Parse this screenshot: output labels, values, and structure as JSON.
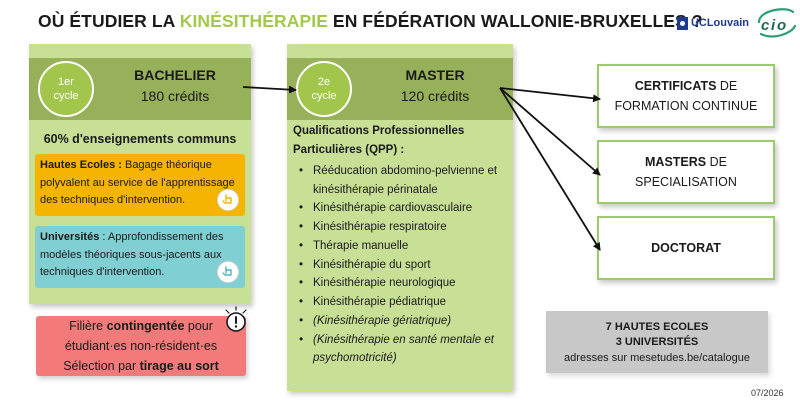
{
  "header": {
    "title_prefix": "OÙ ÉTUDIER LA ",
    "title_highlight": "KINÉSITHÉRAPIE",
    "title_suffix": " EN FÉDÉRATION WALLONIE-BRUXELLES ?",
    "logo_uclouvain": "UCLouvain",
    "logo_cio": "CIO"
  },
  "bachelier": {
    "cycle_num": "1er",
    "cycle_word": "cycle",
    "name": "BACHELIER",
    "credits": "180 crédits",
    "common": "60% d'enseignements communs",
    "hautes_ecoles": {
      "label": "Hautes Ecoles :",
      "text": " Bagage théorique polyvalent au service de l'apprentissage des techniques d'intervention."
    },
    "universites": {
      "label": "Universités",
      "text": " : Approfondissement des modèles théoriques sous-jacents aux techniques d'intervention."
    }
  },
  "master": {
    "cycle_num": "2e",
    "cycle_word": "cycle",
    "name": "MASTER",
    "credits": "120 crédits",
    "qpp_title": "Qualifications Professionnelles Particulières (QPP) :",
    "qpp": [
      "Rééducation abdomino-pelvienne et kinésithérapie périnatale",
      "Kinésithérapie cardiovasculaire",
      "Kinésithérapie respiratoire",
      "Thérapie manuelle",
      "Kinésithérapie du sport",
      "Kinésithérapie neurologique",
      "Kinésithérapie pédiatrique"
    ],
    "qpp_italic": [
      "(Kinésithérapie gériatrique)",
      "(Kinésithérapie en santé mentale et psychomotricité)"
    ]
  },
  "outcomes": {
    "certificats_bold": "CERTIFICATS",
    "certificats_rest": " DE",
    "certificats_line2": "FORMATION CONTINUE",
    "masters_bold": "MASTERS",
    "masters_rest": " DE",
    "masters_line2": "SPECIALISATION",
    "doctorat": "DOCTORAT"
  },
  "contingent": {
    "l1_a": "Filière ",
    "l1_b": "contingentée",
    "l1_c": " pour",
    "l2": "étudiant·es non-résident·es",
    "l3_a": "Sélection par ",
    "l3_b": "tirage au sort"
  },
  "stats": {
    "hautes_ecoles": "7 HAUTES ECOLES",
    "universites": "3 UNIVERSITÉS",
    "adresses": "adresses sur mesetudes.be/catalogue"
  },
  "date": "07/2026",
  "colors": {
    "accent_green": "#a3c94a",
    "column_green": "#c8e096",
    "header_green": "#97b05a",
    "hautes_ecoles": "#f4b400",
    "universites": "#80cfd3",
    "contingent": "#f27a7a"
  }
}
